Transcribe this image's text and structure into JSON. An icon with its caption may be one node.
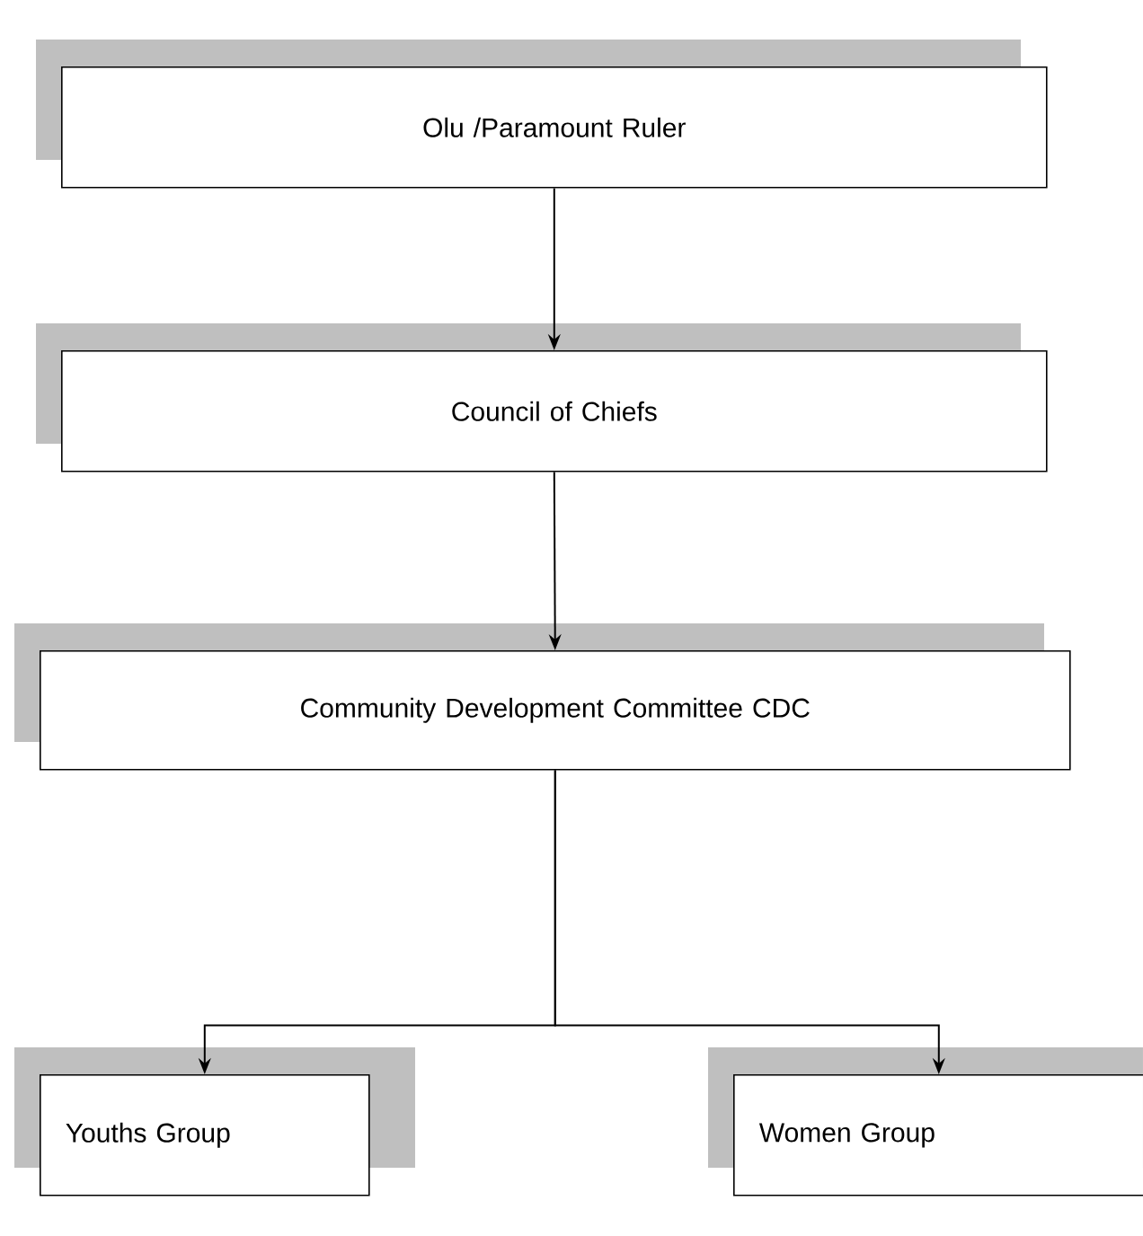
{
  "diagram": {
    "nodes": [
      {
        "text": [
          "Olu /Paramount Ruler"
        ]
      },
      {
        "text": [
          "Council of Chiefs"
        ]
      },
      {
        "text": [
          "Community Development Committee CDC"
        ]
      },
      {
        "text": [
          "Youths Group"
        ]
      },
      {
        "text": [
          "Women Group"
        ]
      }
    ],
    "edges": [
      {
        "from": 0,
        "to": 1,
        "arrow": "to"
      },
      {
        "from": 1,
        "to": 2,
        "arrow": "to"
      },
      {
        "from": 2,
        "to": 3,
        "arrow": "to"
      },
      {
        "from": 2,
        "to": 4,
        "arrow": "to"
      }
    ]
  }
}
